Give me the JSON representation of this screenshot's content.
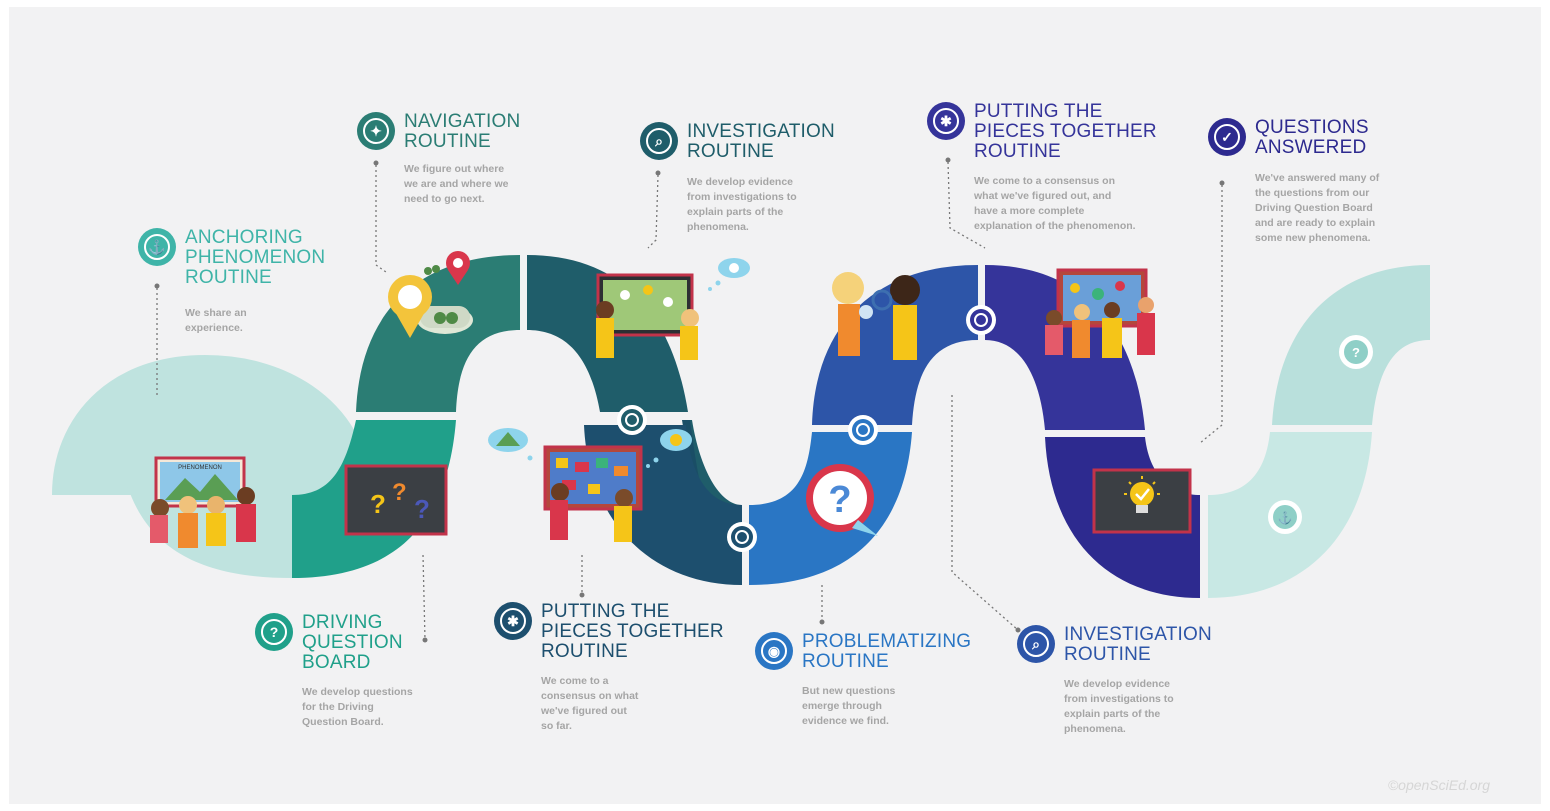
{
  "colors": {
    "anchoring": "#3fb4a8",
    "driving": "#20a08a",
    "navigation": "#2b7d74",
    "investigation": "#1f5d6a",
    "putting": "#1d4f6e",
    "problematizing": "#2a76c4",
    "investigation2": "#2d55a8",
    "putting2": "#35349a",
    "questions": "#2d2a8f"
  },
  "labels": [
    {
      "id": "anchoring",
      "icon": "anchor-icon",
      "title": [
        "ANCHORING",
        "PHENOMENON",
        "ROUTINE"
      ],
      "desc": [
        "We share an",
        "experience."
      ]
    },
    {
      "id": "navigation",
      "icon": "compass-icon",
      "title": [
        "NAVIGATION",
        "ROUTINE"
      ],
      "desc": [
        "We figure out where",
        "we are and where we",
        "need to go next."
      ]
    },
    {
      "id": "investigation-top",
      "icon": "magnifier-icon",
      "title": [
        "INVESTIGATION",
        "ROUTINE"
      ],
      "desc": [
        "We develop evidence",
        "from investigations to",
        "explain parts of the",
        "phenomena."
      ]
    },
    {
      "id": "putting-top",
      "icon": "puzzle-icon",
      "title": [
        "PUTTING THE",
        "PIECES TOGETHER",
        "ROUTINE"
      ],
      "desc": [
        "We come to a consensus on",
        "what we've figured out, and",
        "have a more complete",
        "explanation of the phenomenon."
      ]
    },
    {
      "id": "questions-answered",
      "icon": "checkmark-icon",
      "title": [
        "QUESTIONS",
        "ANSWERED"
      ],
      "desc": [
        "We've answered many of",
        "the questions from our",
        "Driving Question Board",
        "and are ready to explain",
        "some new phenomena."
      ]
    },
    {
      "id": "driving",
      "icon": "question-icon",
      "title": [
        "DRIVING",
        "QUESTION",
        "BOARD"
      ],
      "desc": [
        "We develop questions",
        "for the Driving",
        "Question Board."
      ]
    },
    {
      "id": "putting-bottom",
      "icon": "puzzle-icon",
      "title": [
        "PUTTING THE",
        "PIECES TOGETHER",
        "ROUTINE"
      ],
      "desc": [
        "We come to a",
        "consensus on what",
        "we've figured out",
        "so far."
      ]
    },
    {
      "id": "problematizing",
      "icon": "eye-icon",
      "title": [
        "PROBLEMATIZING",
        "ROUTINE"
      ],
      "desc": [
        "But new questions",
        "emerge through",
        "evidence we find."
      ]
    },
    {
      "id": "investigation-bottom",
      "icon": "magnifier-icon",
      "title": [
        "INVESTIGATION",
        "ROUTINE"
      ],
      "desc": [
        "We develop evidence",
        "from investigations to",
        "explain parts of the",
        "phenomena."
      ]
    }
  ],
  "board_text": "PHENOMENON",
  "watermark": "©openSciEd.org"
}
